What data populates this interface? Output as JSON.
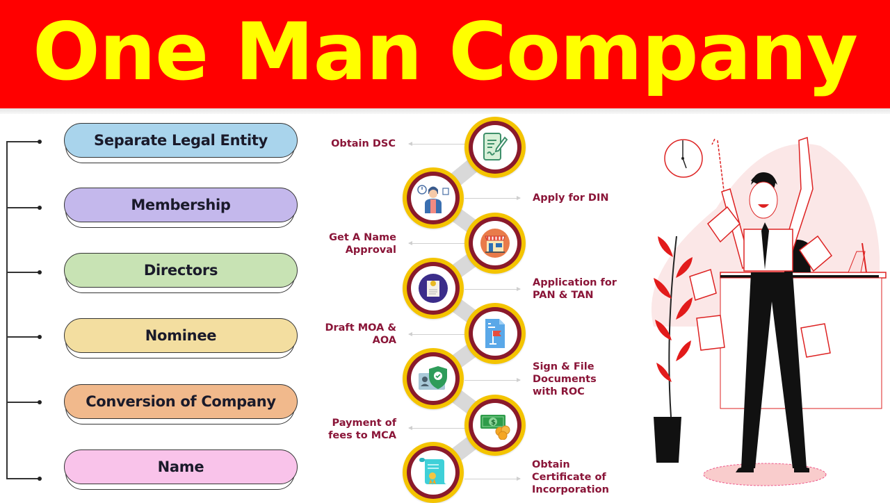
{
  "banner": {
    "title": "One Man Company",
    "background_color": "#ff0000",
    "text_color": "#ffff00"
  },
  "features": {
    "items": [
      {
        "label": "Separate Legal Entity",
        "color": "#a9d4ec"
      },
      {
        "label": "Membership",
        "color": "#c4b8ec"
      },
      {
        "label": "Directors",
        "color": "#c8e3b4"
      },
      {
        "label": "Nominee",
        "color": "#f3dea0"
      },
      {
        "label": "Conversion of Company",
        "color": "#f1b98c"
      },
      {
        "label": "Name",
        "color": "#f9c3ea"
      }
    ]
  },
  "process": {
    "ring_outer_color": "#f4c400",
    "ring_inner_color": "#8a1a2b",
    "label_color": "#8a1538",
    "steps": [
      {
        "line1": "Obtain DSC",
        "line2": "",
        "line3": "",
        "icon": "digital-signature-icon",
        "side": "left"
      },
      {
        "line1": "Apply for DIN",
        "line2": "",
        "line3": "",
        "icon": "director-person-icon",
        "side": "right"
      },
      {
        "line1": "Get A Name",
        "line2": "Approval",
        "line3": "",
        "icon": "storefront-icon",
        "side": "left"
      },
      {
        "line1": "Application for",
        "line2": "PAN & TAN",
        "line3": "",
        "icon": "certificate-scroll-icon",
        "side": "right"
      },
      {
        "line1": "Draft MOA &",
        "line2": "AOA",
        "line3": "",
        "icon": "document-flag-icon",
        "side": "left"
      },
      {
        "line1": "Sign & File",
        "line2": "Documents",
        "line3": "with ROC",
        "icon": "id-shield-icon",
        "side": "right"
      },
      {
        "line1": "Payment of",
        "line2": "fees to MCA",
        "line3": "",
        "icon": "money-coins-icon",
        "side": "left"
      },
      {
        "line1": "Obtain",
        "line2": "Certificate of",
        "line3": "Incorporation",
        "icon": "certificate-icon",
        "side": "right"
      }
    ]
  },
  "illustration": {
    "subject": "celebrating-businessman-illustration"
  }
}
